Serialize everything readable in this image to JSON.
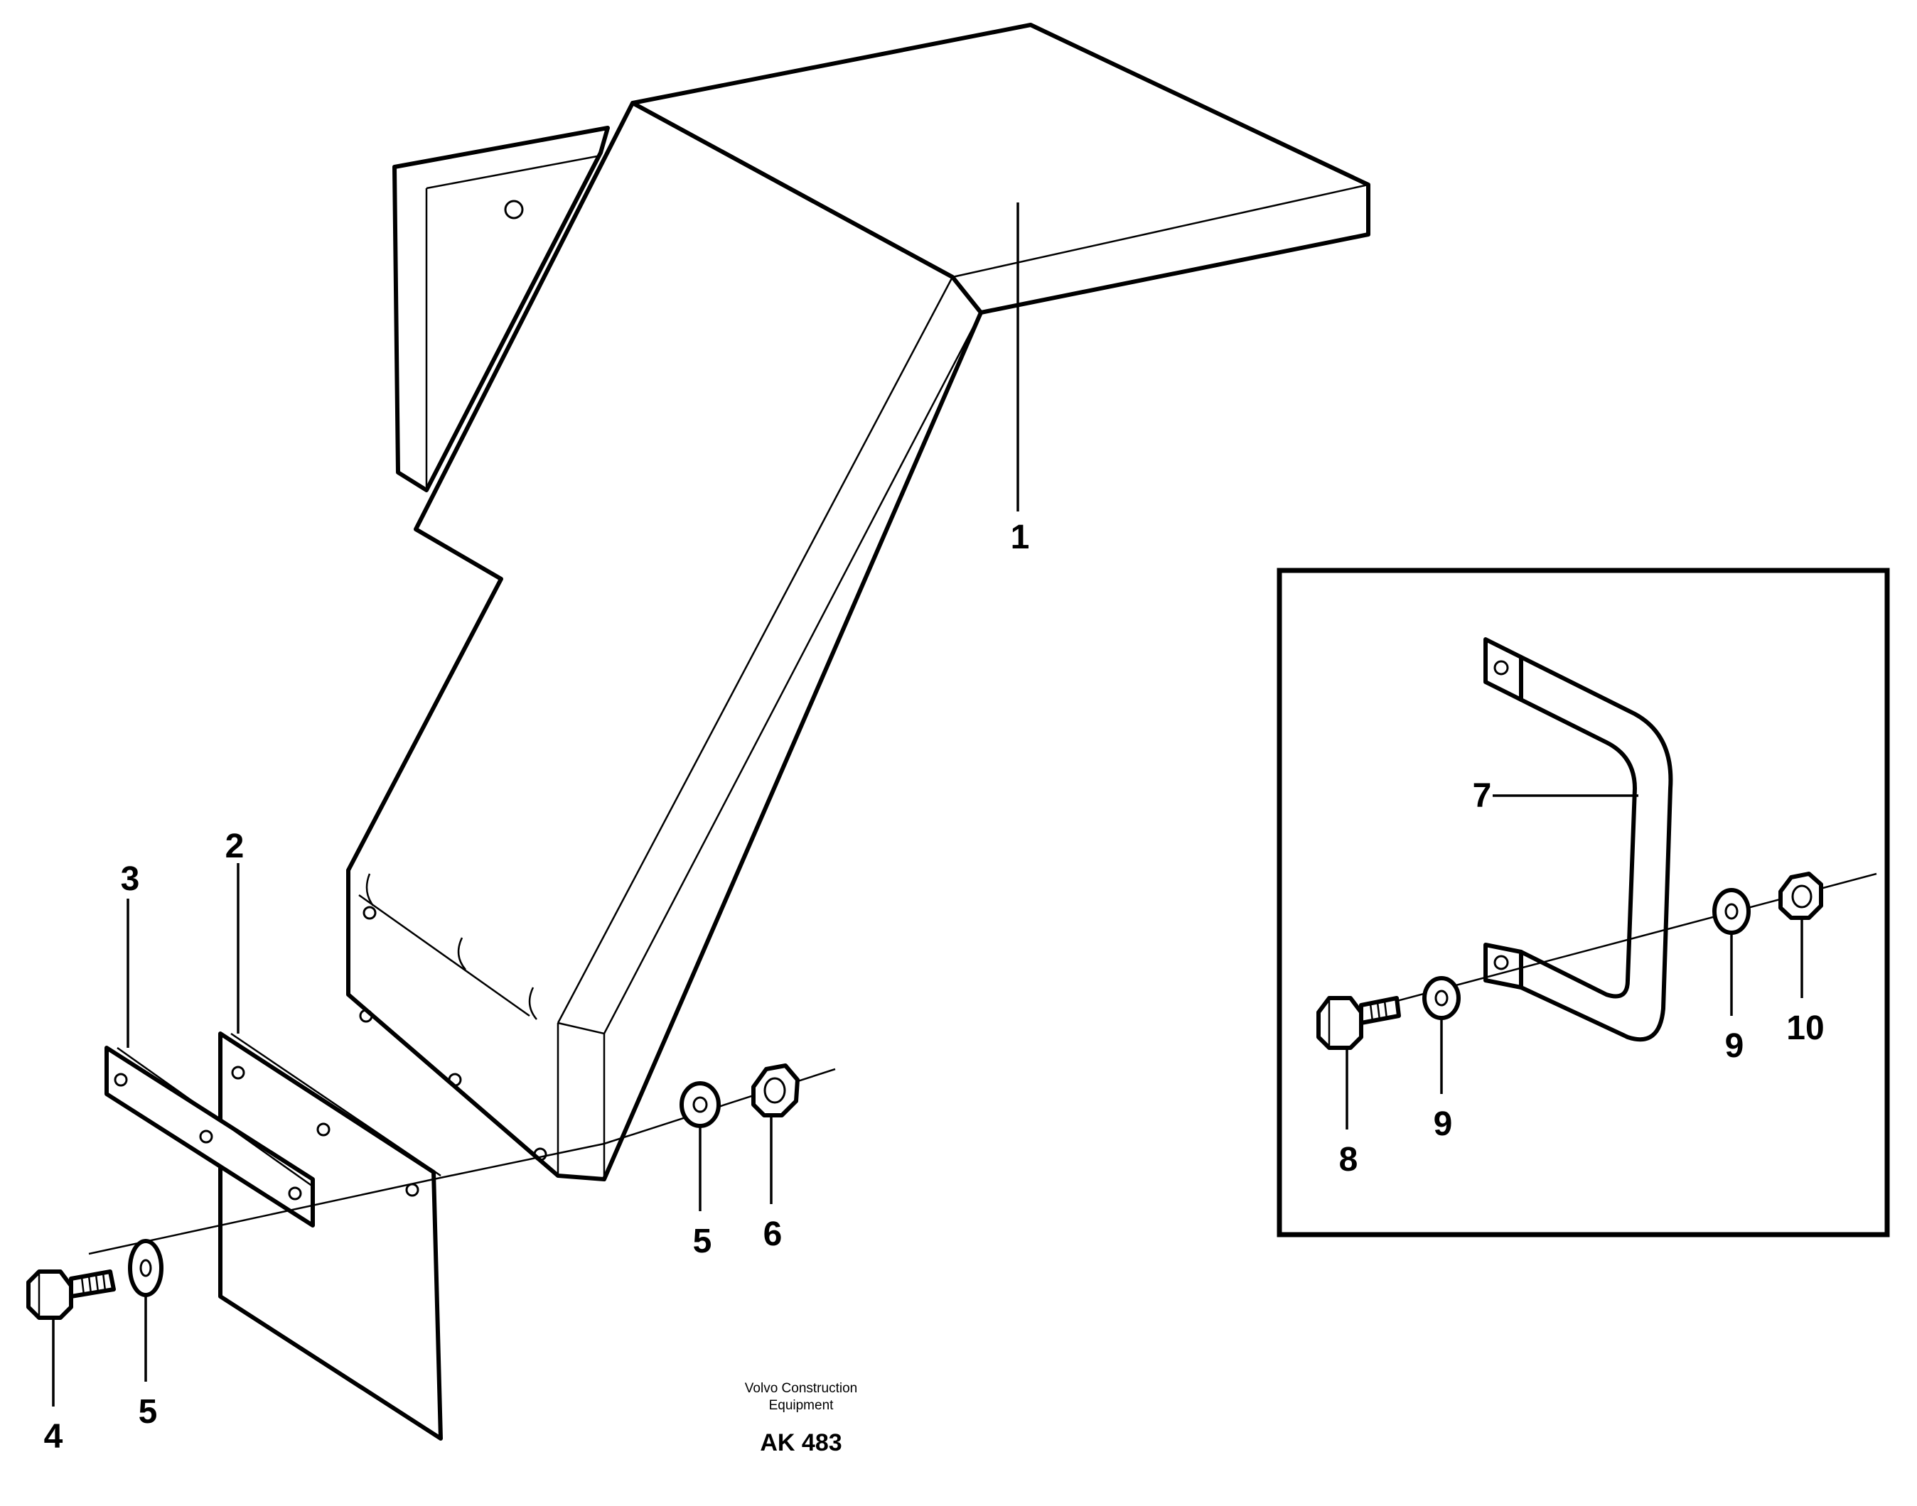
{
  "callouts": {
    "c1": "1",
    "c2": "2",
    "c3": "3",
    "c4": "4",
    "c5a": "5",
    "c5b": "5",
    "c6": "6",
    "c7": "7",
    "c8": "8",
    "c9a": "9",
    "c9b": "9",
    "c10": "10"
  },
  "caption": {
    "line1": "Volvo Construction",
    "line2": "Equipment",
    "code": "AK 483"
  }
}
